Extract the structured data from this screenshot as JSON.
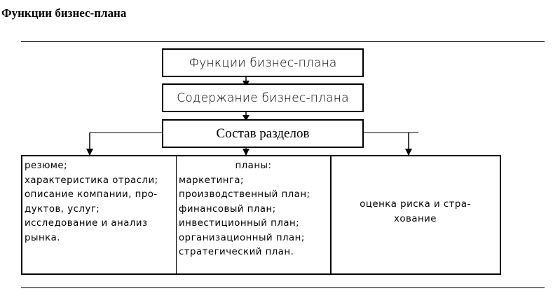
{
  "page_title": "Функции бизнес-плана",
  "boxes": {
    "functions": "Функции бизнес-плана",
    "contents": "Содержание бизнес-плана",
    "sections": "Состав разделов"
  },
  "columns": {
    "col1_lines": [
      "резюме;",
      "характеристика отрасли;",
      "описание компании, про-",
      "дуктов, услуг;",
      "исследование и анализ",
      "рынка."
    ],
    "col2_title": "планы:",
    "col2_lines": [
      "маркетинга;",
      "производственный план;",
      "финансовый план;",
      "инвестиционный план;",
      "организационный план;",
      "стратегический план."
    ],
    "col3_lines": [
      "оценка риска и стра-",
      "хование"
    ]
  }
}
